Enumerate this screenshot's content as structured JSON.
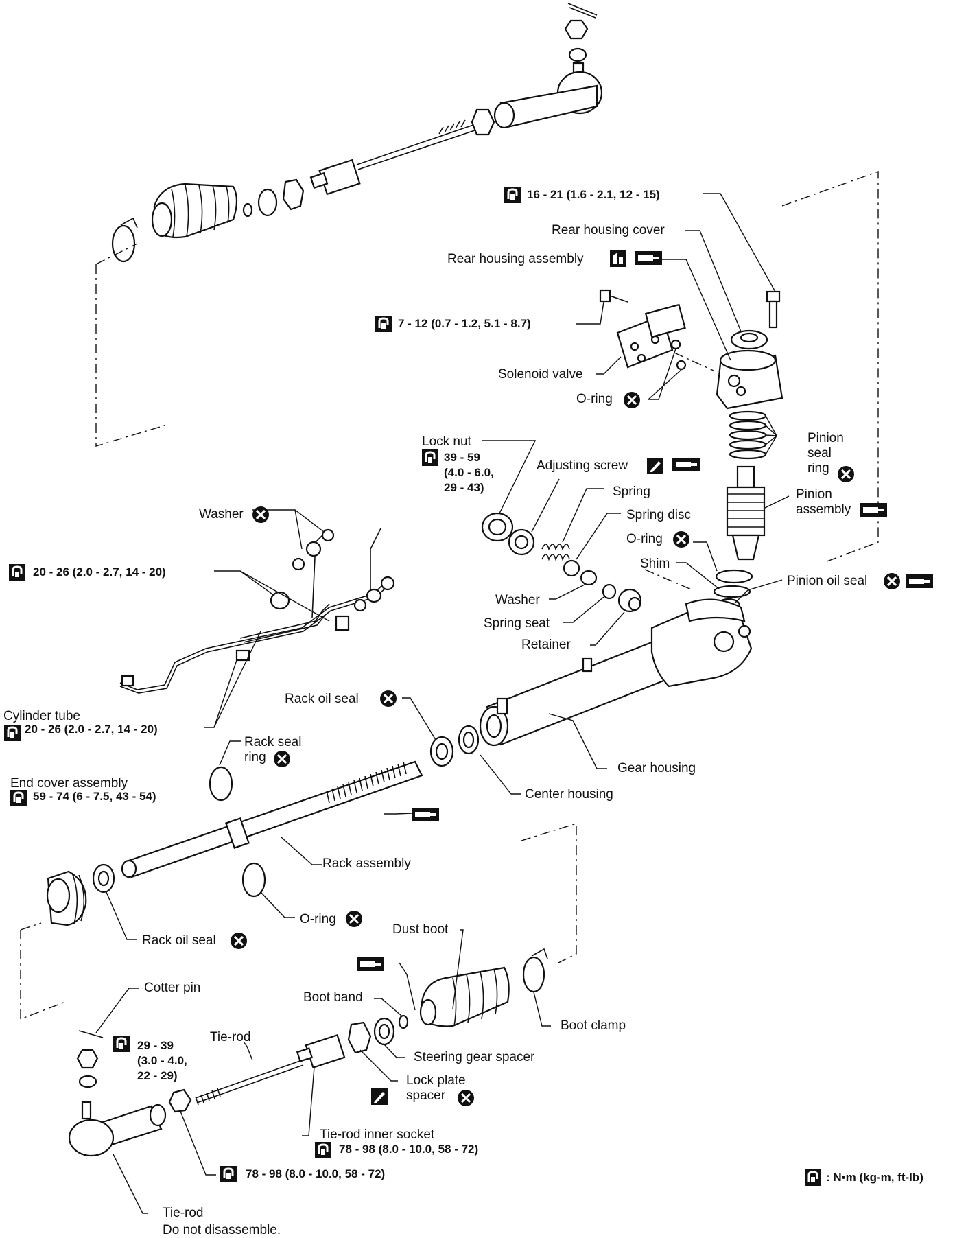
{
  "labels": {
    "rear_housing_cover": "Rear housing cover",
    "rear_housing_assembly": "Rear housing assembly",
    "solenoid_valve": "Solenoid valve",
    "o_ring_upper": "O-ring",
    "pinion_seal_ring": "Pinion\nseal\nring",
    "pinion_assembly": "Pinion\nassembly",
    "lock_nut": "Lock nut",
    "adjusting_screw": "Adjusting screw",
    "spring": "Spring",
    "spring_disc": "Spring disc",
    "o_ring_mid": "O-ring",
    "shim": "Shim",
    "pinion_oil_seal": "Pinion oil seal",
    "washer_pipe": "Washer",
    "washer_mid": "Washer",
    "spring_seat": "Spring seat",
    "retainer": "Retainer",
    "cylinder_tube": "Cylinder tube",
    "rack_oil_seal_upper": "Rack oil seal",
    "rack_seal_ring": "Rack seal\nring",
    "gear_housing": "Gear housing",
    "center_housing": "Center housing",
    "end_cover_assembly": "End cover assembly",
    "rack_assembly": "Rack assembly",
    "o_ring_lower": "O-ring",
    "rack_oil_seal_lower": "Rack oil seal",
    "dust_boot": "Dust boot",
    "cotter_pin": "Cotter pin",
    "boot_band": "Boot band",
    "boot_clamp": "Boot clamp",
    "tie_rod_upper": "Tie-rod",
    "steering_gear_spacer": "Steering gear spacer",
    "lock_plate_spacer": "Lock plate\nspacer",
    "tie_rod_inner_socket": "Tie-rod inner socket",
    "tie_rod_lower": "Tie-rod",
    "do_not_disassemble": "Do not disassemble."
  },
  "torques": {
    "rear_cover_bolt": "16 - 21 (1.6 - 2.1, 12 - 15)",
    "solenoid_bolt": "7 - 12 (0.7 - 1.2, 5.1 - 8.7)",
    "lock_nut": "39 - 59\n(4.0 - 6.0,\n29 - 43)",
    "pipe_upper": "20 - 26 (2.0 - 2.7, 14 - 20)",
    "cylinder_tube": "20 - 26 (2.0 - 2.7, 14 - 20)",
    "end_cover": "59 - 74 (6 - 7.5, 43 - 54)",
    "tie_rod_nut": "29 - 39\n(3.0 - 4.0,\n22 - 29)",
    "inner_socket": "78 - 98 (8.0 - 10.0, 58 - 72)",
    "lock_nut_lower": "78 - 98 (8.0 - 10.0, 58 - 72)"
  },
  "legend": {
    "unit": ": N•m (kg-m, ft-lb)"
  },
  "icons": {
    "torque": "torque-wrench-icon",
    "replace": "replace-x-icon",
    "grease": "multipurpose-grease-icon",
    "sealant": "liquid-sealant-icon",
    "fluid": "fluid-apply-icon"
  }
}
